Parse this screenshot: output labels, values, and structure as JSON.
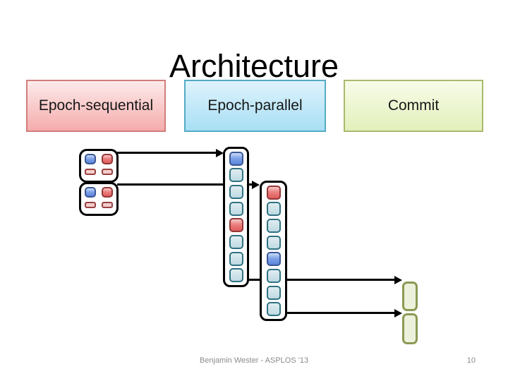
{
  "slide": {
    "title": "Architecture",
    "footer": {
      "credit": "Benjamin Wester - ASPLOS '13",
      "page_number": "10"
    }
  },
  "stages": [
    {
      "id": "epoch-sequential",
      "label": "Epoch-sequential"
    },
    {
      "id": "epoch-parallel",
      "label": "Epoch-parallel"
    },
    {
      "id": "commit",
      "label": "Commit"
    }
  ],
  "diagram": {
    "sequential_groups": [
      {
        "items": [
          "blue",
          "red",
          "log",
          "log"
        ]
      },
      {
        "items": [
          "blue",
          "red",
          "log",
          "log"
        ]
      }
    ],
    "parallel_columns": [
      {
        "cells": [
          "blue",
          "teal",
          "teal",
          "teal",
          "red",
          "teal",
          "teal",
          "teal"
        ]
      },
      {
        "cells": [
          "red",
          "teal",
          "teal",
          "teal",
          "blue",
          "teal",
          "teal",
          "teal"
        ]
      }
    ],
    "commit_slots": 2
  },
  "palette": {
    "title-color": "#000000",
    "footer-color": "#8a8a8a",
    "arrow-color": "#000000",
    "stage-pink-top": "#fdeaea",
    "stage-pink-bottom": "#f5acac",
    "stage-pink-border": "#cf7d7d",
    "stage-blue-top": "#def3fc",
    "stage-blue-bottom": "#a8dff4",
    "stage-blue-border": "#54abc4",
    "stage-green-top": "#f8fce9",
    "stage-green-bottom": "#e2f0bb",
    "stage-green-border": "#a9ba6d",
    "cell-blue-border": "#3a5796",
    "cell-red-border": "#943636",
    "cell-teal-border": "#2f7282",
    "log-border": "#9a4040",
    "log-fill": "#f4cdcd",
    "commit-fill": "#ebf1da",
    "commit-border": "#8a9a54"
  }
}
